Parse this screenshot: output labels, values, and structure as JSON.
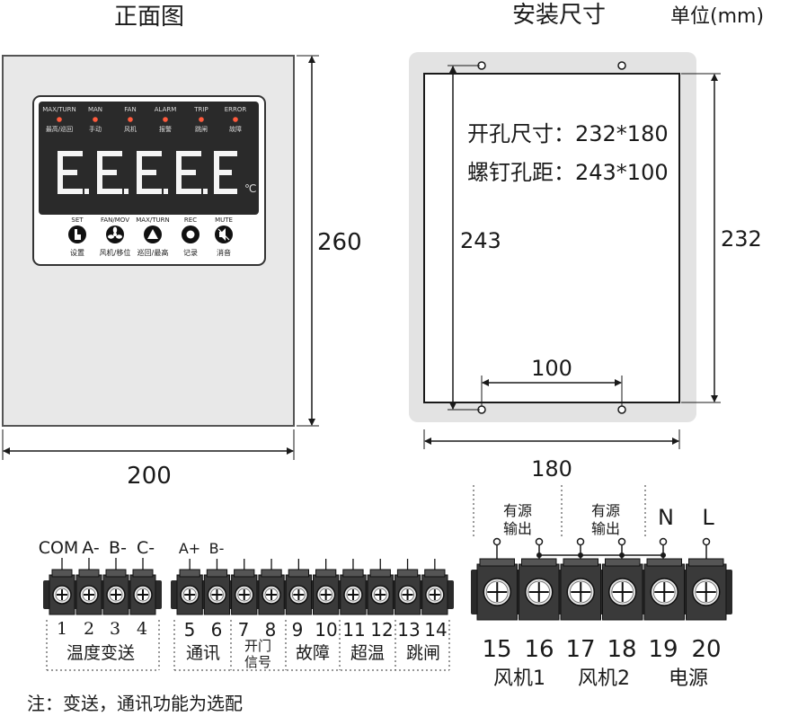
{
  "front": {
    "title": "正面图",
    "width_dim": "200",
    "height_dim": "260",
    "leds": [
      {
        "code": "MAX/TURN",
        "cn": "最高/巡回"
      },
      {
        "code": "MAN",
        "cn": "手动"
      },
      {
        "code": "FAN",
        "cn": "风机"
      },
      {
        "code": "ALARM",
        "cn": "报警"
      },
      {
        "code": "TRIP",
        "cn": "跳闸"
      },
      {
        "code": "ERROR",
        "cn": "故障"
      }
    ],
    "display_unit": "℃",
    "buttons": [
      {
        "code": "SET",
        "cn": "设置"
      },
      {
        "code": "FAN/MOV",
        "cn": "风机/移位"
      },
      {
        "code": "MAX/TURN",
        "cn": "巡回/最高"
      },
      {
        "code": "REC",
        "cn": "记录"
      },
      {
        "code": "MUTE",
        "cn": "消音"
      }
    ]
  },
  "install": {
    "title": "安装尺寸",
    "unit": "单位(mm)",
    "cutout": "开孔尺寸：232*180",
    "screw": "螺钉孔距：243*100",
    "dim_243": "243",
    "dim_232": "232",
    "dim_100": "100",
    "dim_180": "180"
  },
  "terminals": {
    "top_labels_a": [
      "COM",
      "A-",
      "B-",
      "C-"
    ],
    "top_labels_b": [
      "A+",
      "B-"
    ],
    "numbers_small": [
      "1",
      "2",
      "3",
      "4",
      "5",
      "6",
      "7",
      "8",
      "9",
      "10",
      "11",
      "12",
      "13",
      "14"
    ],
    "groups": {
      "temp": "温度变送",
      "comm": "通讯",
      "door_1": "开门",
      "door_2": "信号",
      "fault": "故障",
      "over": "超温",
      "trip": "跳闸"
    },
    "right": {
      "source_1a": "有源",
      "source_1b": "输出",
      "source_2a": "有源",
      "source_2b": "输出",
      "n": "N",
      "l": "L",
      "numbers": [
        "15",
        "16",
        "17",
        "18",
        "19",
        "20"
      ],
      "fan1": "风机1",
      "fan2": "风机2",
      "power": "电源"
    }
  },
  "note": "注：变送，通讯功能为选配"
}
